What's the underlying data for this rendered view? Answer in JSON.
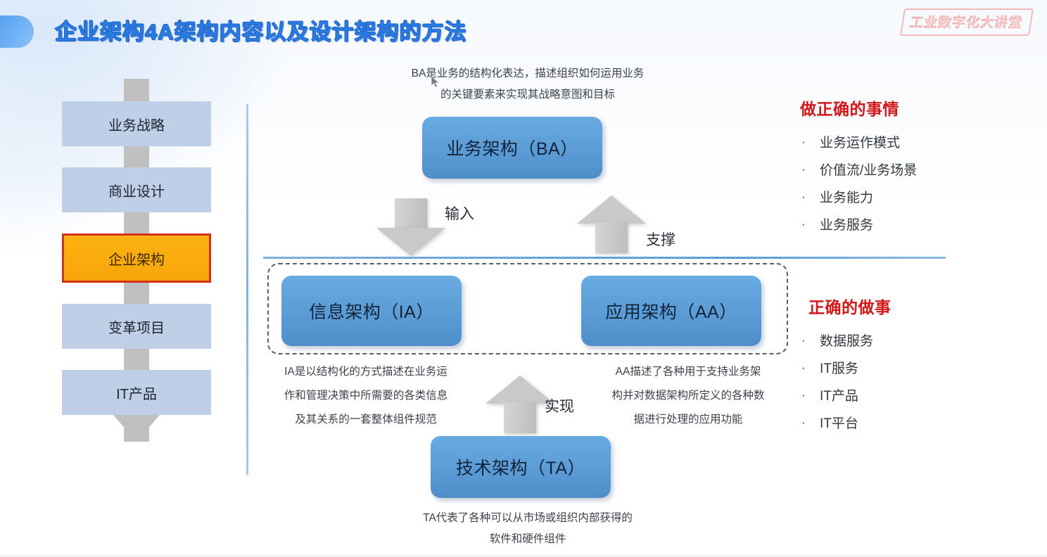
{
  "header": {
    "title": "企业架构4A架构内容以及设计架构的方法",
    "logo": "工业数字化大讲堂",
    "title_color": "#2a7ae2",
    "logo_color": "#f3c3c4"
  },
  "flow": {
    "items": [
      {
        "label": "业务战略",
        "highlighted": false
      },
      {
        "label": "商业设计",
        "highlighted": false
      },
      {
        "label": "企业架构",
        "highlighted": true
      },
      {
        "label": "变革项目",
        "highlighted": false
      },
      {
        "label": "IT产品",
        "highlighted": false
      }
    ],
    "box_color": "#bfcfe8",
    "highlight_fill": "#fcb211",
    "highlight_border": "#d0321a",
    "connector_color": "#c0c0c0"
  },
  "diagram": {
    "box_color": "#5b9bd5",
    "boxes": {
      "ba": "业务架构（BA）",
      "ia": "信息架构（IA）",
      "aa": "应用架构（AA）",
      "ta": "技术架构（TA）"
    },
    "notes": {
      "ba": "BA是业务的结构化表达，描述组织如何运用业务\n的关键要素来实现其战略意图和目标",
      "ia": "IA是以结构化的方式描述在业务运\n作和管理决策中所需要的各类信息\n及其关系的一套整体组件规范",
      "aa": "AA描述了各种用于支持业务架\n构并对数据架构所定义的各种数\n据进行处理的应用功能",
      "ta": "TA代表了各种可以从市场或组织内部获得的\n软件和硬件组件"
    },
    "arrows": {
      "input": "输入",
      "support": "支撑",
      "realize": "实现"
    }
  },
  "right_panels": [
    {
      "title": "做正确的事情",
      "title_color": "#d0181b",
      "bullet": "·",
      "items": [
        "业务运作模式",
        "价值流/业务场景",
        "业务能力",
        "业务服务"
      ]
    },
    {
      "title": "正确的做事",
      "title_color": "#d0181b",
      "bullet": "·",
      "items": [
        "数据服务",
        "IT服务",
        "IT产品",
        "IT平台"
      ]
    }
  ]
}
